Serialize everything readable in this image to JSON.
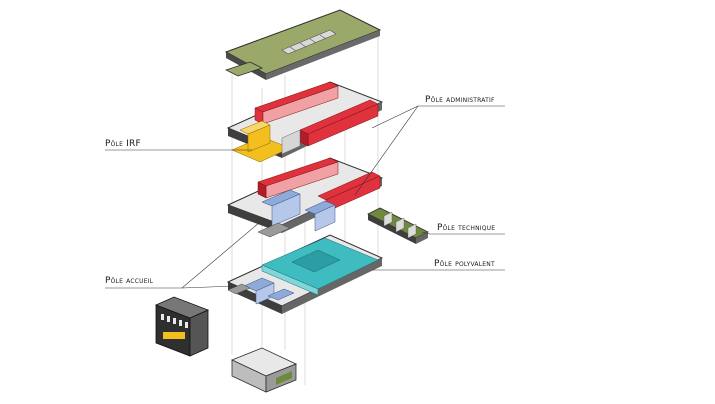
{
  "labels": {
    "administratif": "Pôle administratif",
    "irf": "Pôle IRF",
    "technique": "Pôle  technique",
    "polyvalent": "Pôle polyvalent",
    "accueil": "Pôle accueil"
  },
  "colors": {
    "roof": "#9aa86a",
    "administratif": "#e0323c",
    "irf": "#f2bf1f",
    "technique": "#6f8a3e",
    "polyvalent": "#3fbcc0",
    "accueil": "#8fa9d8",
    "floor": "#e8e8e8",
    "wall": "#6b6b6b",
    "line": "#333333"
  },
  "icons": {
    "exploded-axonometric": "isometric-building-floors",
    "facade": "building-facade-icon",
    "basement": "basement-level-icon"
  }
}
